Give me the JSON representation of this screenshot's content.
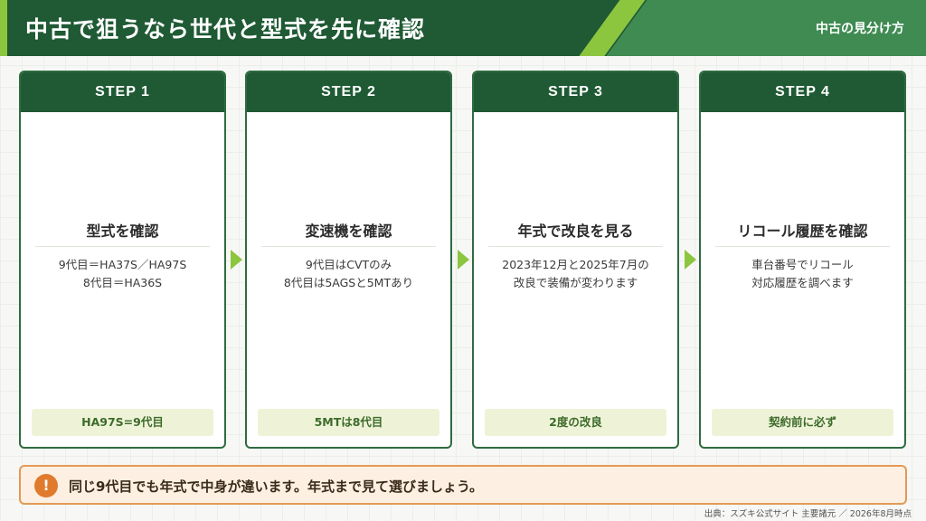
{
  "header": {
    "title": "中古で狙うなら世代と型式を先に確認",
    "subtitle": "中古の見分け方"
  },
  "steps": [
    {
      "label": "STEP 1",
      "title": "型式を確認",
      "desc_lines": [
        "9代目＝HA37S／HA97S",
        "8代目＝HA36S"
      ],
      "tag": "HA97S=9代目"
    },
    {
      "label": "STEP 2",
      "title": "変速機を確認",
      "desc_lines": [
        "9代目はCVTのみ",
        "8代目は5AGSと5MTあり"
      ],
      "tag": "5MTは8代目"
    },
    {
      "label": "STEP 3",
      "title": "年式で改良を見る",
      "desc_lines": [
        "2023年12月と2025年7月の",
        "改良で装備が変わります"
      ],
      "tag": "2度の改良"
    },
    {
      "label": "STEP 4",
      "title": "リコール履歴を確認",
      "desc_lines": [
        "車台番号でリコール",
        "対応履歴を調べます"
      ],
      "tag": "契約前に必ず"
    }
  ],
  "note": {
    "icon": "exclamation-icon",
    "icon_glyph": "!",
    "text": "同じ9代目でも年式で中身が違います。年式まで見て選びましょう。"
  },
  "source": "出典：スズキ公式サイト 主要諸元 ／ 2026年8月時点",
  "colors": {
    "header_bg": "#1f5a34",
    "accent_green": "#8cc63f",
    "tag_bg": "#eef3d8",
    "note_border": "#e39a55",
    "note_bg": "#fdf0e3",
    "warn_icon": "#e07a2c"
  }
}
